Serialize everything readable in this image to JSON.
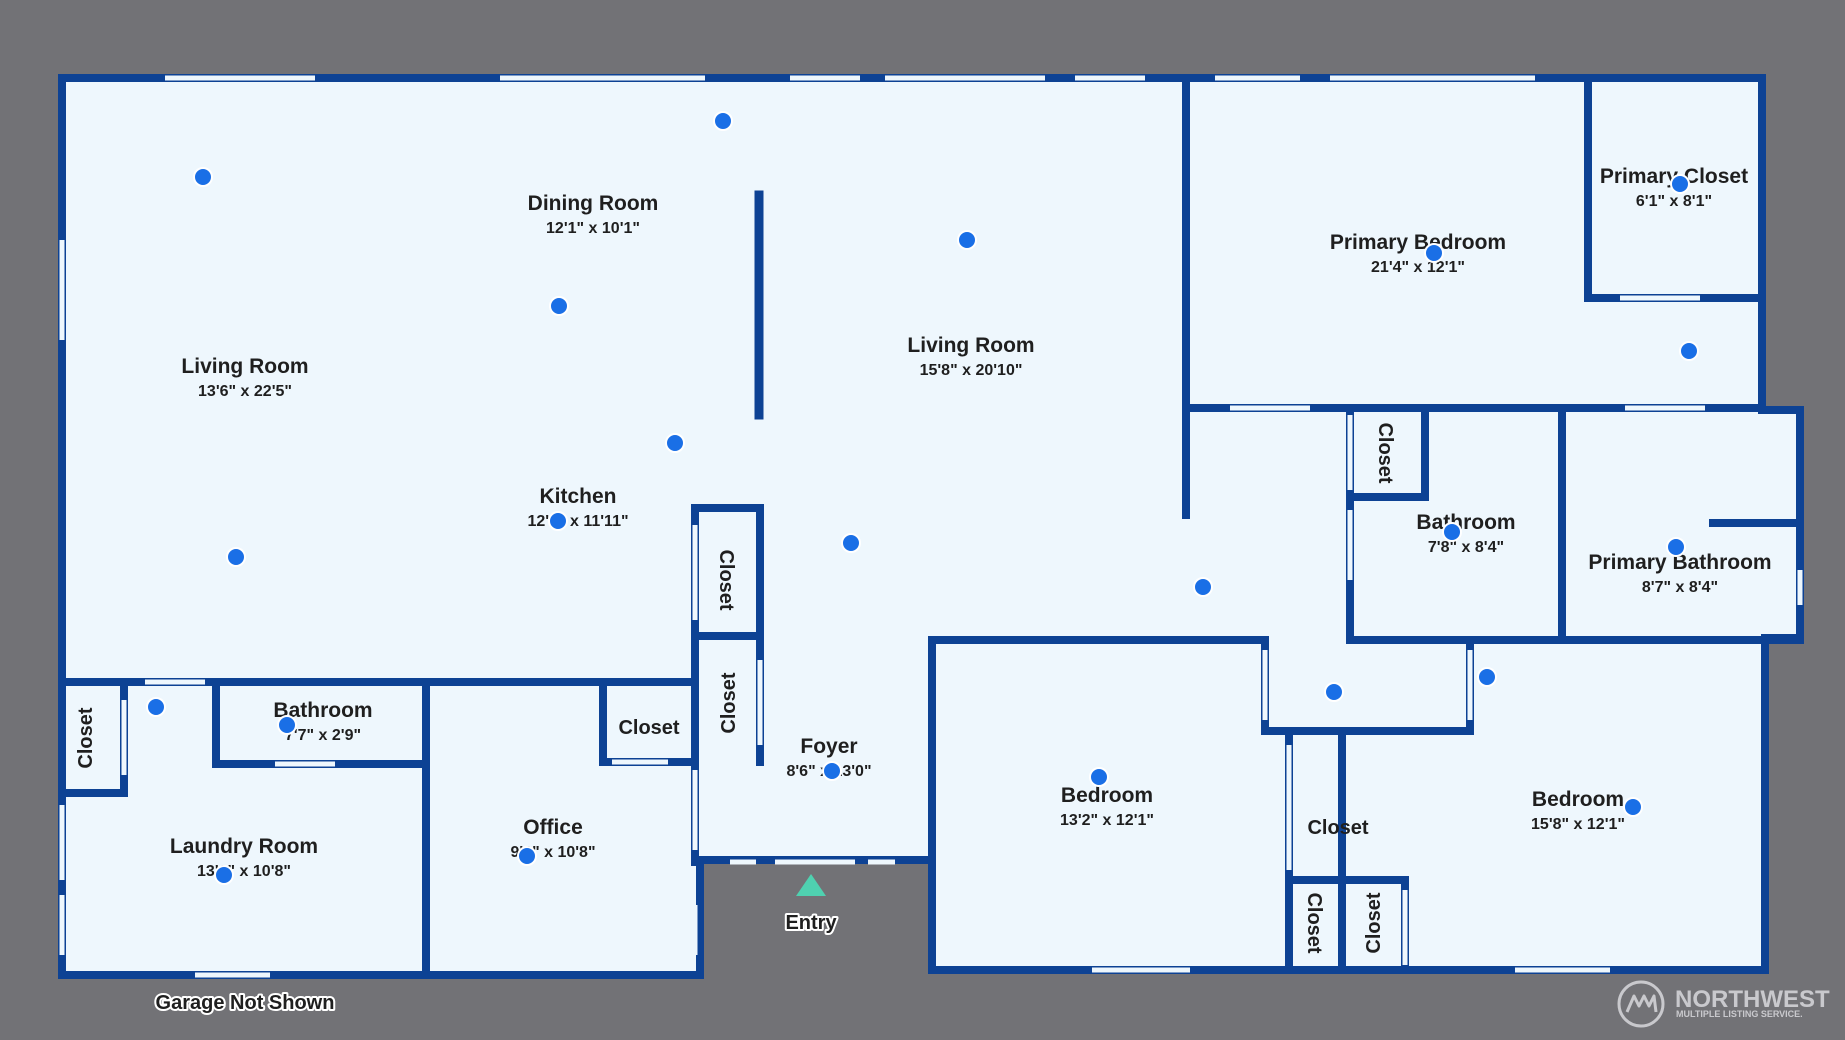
{
  "rooms": {
    "living_room_west": {
      "name": "Living Room",
      "size": "13'6\" x 22'5\""
    },
    "dining_room": {
      "name": "Dining Room",
      "size": "12'1\" x 10'1\""
    },
    "living_room_center": {
      "name": "Living Room",
      "size": "15'8\" x 20'10\""
    },
    "kitchen": {
      "name": "Kitchen",
      "size": "12'1\" x 11'11\""
    },
    "primary_bedroom": {
      "name": "Primary Bedroom",
      "size": "21'4\" x 12'1\""
    },
    "primary_closet": {
      "name": "Primary Closet",
      "size": "6'1\" x 8'1\""
    },
    "bathroom_center": {
      "name": "Bathroom",
      "size": "7'8\" x 8'4\""
    },
    "primary_bathroom": {
      "name": "Primary Bathroom",
      "size": "8'7\" x 8'4\""
    },
    "bathroom_west": {
      "name": "Bathroom",
      "size": "7'7\" x 2'9\""
    },
    "laundry_room": {
      "name": "Laundry Room",
      "size": "13'6\" x 10'8\""
    },
    "office": {
      "name": "Office",
      "size": "9'6\" x 10'8\""
    },
    "foyer": {
      "name": "Foyer",
      "size": "8'6\" x 13'0\""
    },
    "bedroom_center": {
      "name": "Bedroom",
      "size": "13'2\" x 12'1\""
    },
    "bedroom_east": {
      "name": "Bedroom",
      "size": "15'8\" x 12'1\""
    }
  },
  "closets": {
    "label": "Closet"
  },
  "entry": {
    "label": "Entry"
  },
  "note": {
    "text": "Garage Not Shown"
  },
  "brand": {
    "name": "NORTHWEST",
    "tagline": "MULTIPLE LISTING SERVICE."
  },
  "colors": {
    "background": "#727276",
    "floor": "#eef7fd",
    "wall": "#0d4294",
    "marker": "#1a6fe6",
    "entry_arrow": "#4fd1b0"
  }
}
